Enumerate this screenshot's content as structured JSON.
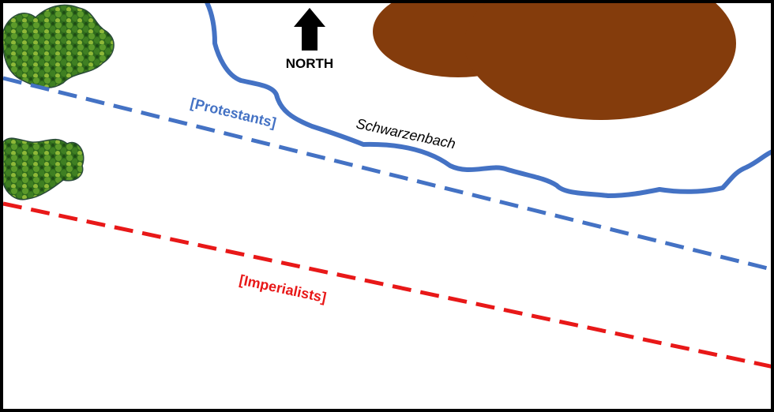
{
  "map": {
    "north_label": "NORTH",
    "river_label": "Schwarzenbach",
    "protestants_label": "[Protestants]",
    "imperialists_label": "[Imperialists]",
    "colors": {
      "river": "#4472C4",
      "protestants": "#4472C4",
      "imperialists": "#E81818",
      "hill": "#843C0C",
      "forest": "#3F7A22",
      "border": "#000000"
    }
  }
}
